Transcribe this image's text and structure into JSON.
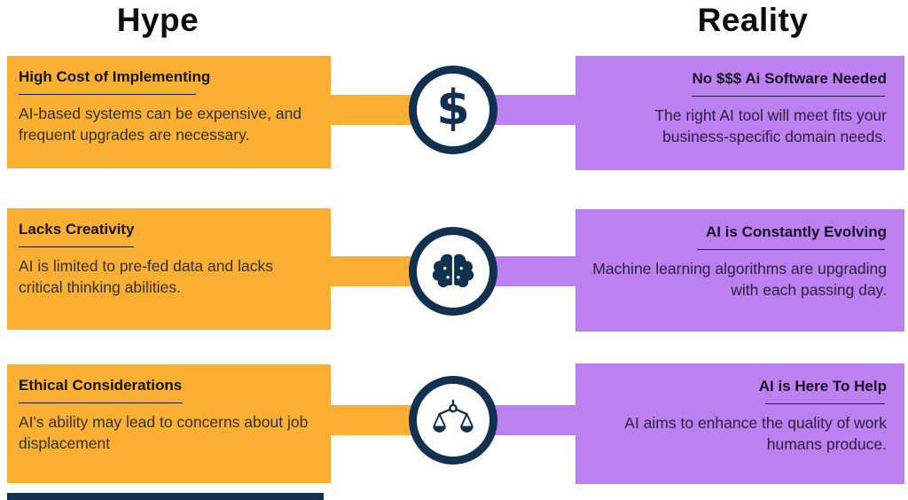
{
  "titles": {
    "left": "Hype",
    "right": "Reality"
  },
  "colors": {
    "hype_card": "#FBB034",
    "reality_card": "#BD80F0",
    "icon_navy": "#12304F",
    "background": "#FFFFFF"
  },
  "icons": [
    "dollar-icon",
    "brain-icon",
    "scales-icon"
  ],
  "rows": [
    {
      "icon": "dollar-icon",
      "hype": {
        "title": "High Cost of Implementing",
        "body": "AI-based systems can be expensive, and frequent upgrades are necessary."
      },
      "reality": {
        "title": "No $$$ Ai Software Needed",
        "body": "The right AI tool will meet fits your business-specific domain needs."
      }
    },
    {
      "icon": "brain-icon",
      "hype": {
        "title": "Lacks Creativity",
        "body": "AI is limited to pre-fed data and lacks critical thinking abilities."
      },
      "reality": {
        "title": "AI is Constantly Evolving",
        "body": "Machine learning algorithms are upgrading with each passing day."
      }
    },
    {
      "icon": "scales-icon",
      "hype": {
        "title": "Ethical Considerations",
        "body": "AI's ability  may lead to concerns about job displacement"
      },
      "reality": {
        "title": "AI  is Here To Help",
        "body": "AI aims to enhance the quality of work humans produce."
      }
    }
  ]
}
